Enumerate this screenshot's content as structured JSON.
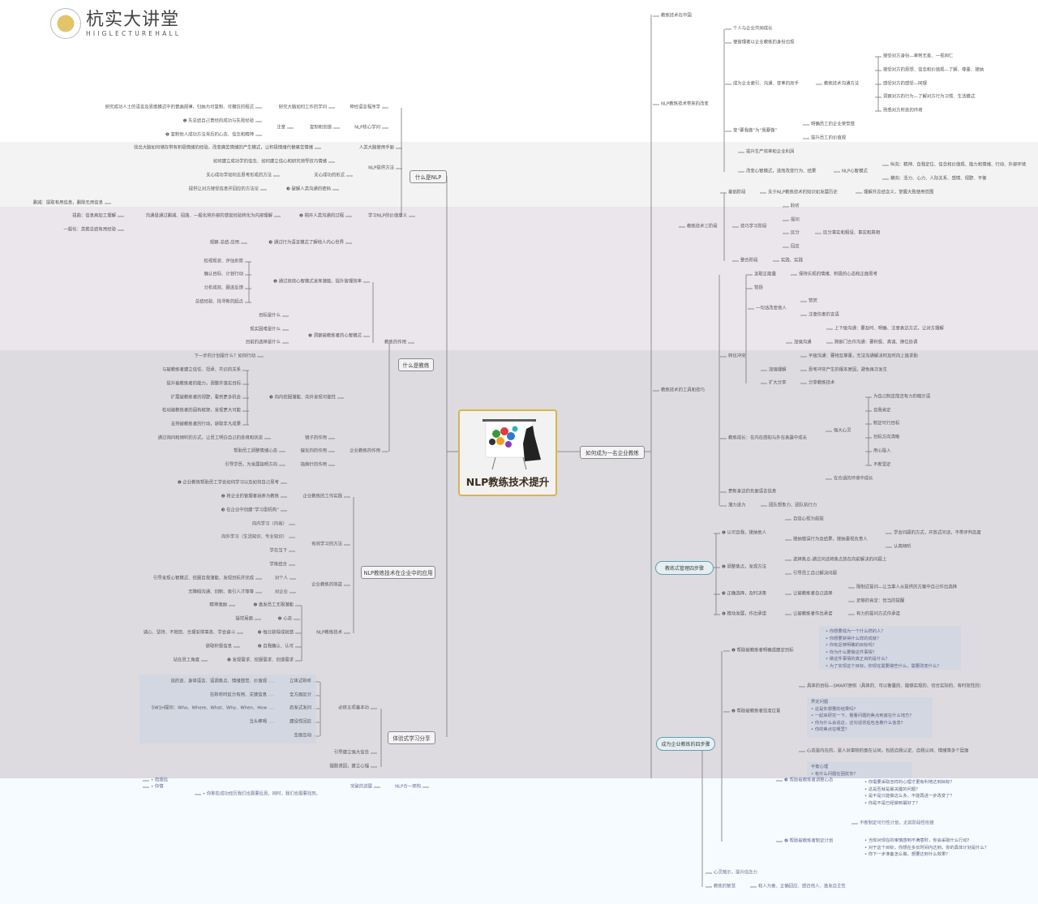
{
  "logo": {
    "name_cn": "杭实大讲堂",
    "name_en": "HIIGLECTUREHALL"
  },
  "center": {
    "title": "NLP教练技术提升",
    "image": "presentation-gears-icon"
  },
  "main_branches": {
    "what_is_nlp": "什么是NLP",
    "what_is_coaching": "什么是教练",
    "nlp_in_enterprise": "NLP教练技术在企业中的应用",
    "experiential": "体验式学习分享",
    "become_coach": "如何成为一名企业教练",
    "coach_mgmt_4": "教练式管理四步骤",
    "become_4": "成为企业教练的四步骤"
  },
  "nodes": {
    "a1": "研究成功人士的语言及思维模式中的普遍规律，归纳为可复制、可模仿的程式",
    "a2": "研究大脑如何工作的学问",
    "a3": "神经语言程序学",
    "a4": "❶ 先总结自己曾经的成功与失败经验",
    "a5": "❷ 复制他人成功方法背后的心态、信念和精神",
    "a6": "注意",
    "a7": "复制和创造",
    "a8": "NLP核心学问",
    "a9": "找出大脑如何储存带有积极情绪的经验，改变痛苦情绪的产生模式，让积极情绪代替痛苦情绪",
    "a10": "人类大脑使用手册",
    "a11": "如何建立成功学的信念、如何建立信心和研究领导技巧情绪",
    "a12": "关心成功学如何去思考形成的方法",
    "a13": "关心成功的形式",
    "a14": "NLP提供方法",
    "a15": "提供让对方接受信息并回应的方法论",
    "a16": "❸ 破解人类沟通的密码",
    "a17": "删减：提取有用信息，删除无用信息",
    "a18": "扭曲：信息再加工理解",
    "a19": "一般化：类推总结有用经验",
    "a20": "沟通是通过删减、扭曲、一般化将外部的感官经验转化为内部理解",
    "a21": "❷ 揭开人类沟通的过程",
    "a22": "学习NLP的价值意义",
    "a23": "观察-总结-应用",
    "a24": "❸ 通过行为语言模式了解他人内心世界",
    "b1": "检视现状、评估形势",
    "b2": "确认目标、计划行动",
    "b3": "分析成效、跟进反馈",
    "b4": "总结经验、找寻新的起点",
    "b5": "❶ 通过高效心智模式发挥潜能，提升管理效率",
    "b6": "目标是什么",
    "b7": "现实困难是什么",
    "b8": "目前的选择是什么",
    "b9": "下一步的计划是什么？如何行动",
    "b10": "❷ 洞察被教练者的心智模式",
    "b11": "教练的作用",
    "b12": "与被教练者建立信任、坦承、共识的关系",
    "b13": "提升被教练者的能力，调整并落实目标",
    "b14": "扩展被教练者的视野，看到更多机会",
    "b15": "松动被教练者的固有框架，发现更大可能",
    "b16": "支持被教练者的行动，获取非凡成果",
    "b17": "❸ 向内挖掘潜能、向外发现可能性",
    "b18": "通过询问和倾听的方式，让员工明白自己的处境和状态",
    "b19": "镜子的作用",
    "b20": "帮助员工调整情绪心态",
    "b21": "催化剂的作用",
    "b22": "引导学员，为发展指明方向",
    "b23": "指南针的作用",
    "b24": "企业教练的作用",
    "c1": "❶ 企业教练帮助员工学会如何学习以及如何自己思考",
    "c2": "❷ 将企业的管理者培养为教练",
    "c3": "❸ 在企业中创建“学习型机构”",
    "c4": "企业教练的工作实践",
    "c5": "向内学习（内省）",
    "c6": "向外学习（生活知识、专业知识）",
    "c7": "学在当下",
    "c8": "学练结合",
    "c9": "有效学习的方法",
    "c10": "引导发现心智模式、挖掘自我潜能、发现目标并完成",
    "c11": "对个人",
    "c12": "无障碍沟通、创新、吸引人才等等",
    "c13": "对企业",
    "c14": "企业教练的效益",
    "c15": "精神激励",
    "c16": "❶ 激发员工无限潜能",
    "c17": "操控局面",
    "c18": "❷ 心态",
    "c19": "诚心、坚持、不抱怨、合理安排事务、学会奋斗",
    "c20": "❸ 每日获得成就感",
    "c21": "获取积极信息",
    "c22": "❹ 自我确认、认可",
    "c23": "站在员工角度",
    "c24": "❺ 发现需求、挖掘需求、创造需求",
    "c25": "NLP教练技术",
    "d1": "说的话、身体语言、语调焦点、情绪感觉、价值观",
    "d2": "立体式聆听",
    "d3": "在聆听时区分有用、关键信息",
    "d4": "全方面区分",
    "d5": "5W1H提问：Who、Where、What、Why、When、How",
    "d6": "启发式发问",
    "d7": "当头棒喝",
    "d8": "建设性回应",
    "d9": "全面互动",
    "d10": "必修五项基本功",
    "d11": "引导建立强大信念",
    "d12": "摆脱诱因，建立心锚",
    "d13": "突破的进展",
    "d14": "NLP合一架构",
    "d15": "• 梳理信",
    "d16": "• 你情",
    "d17": "• 你那些成功经历我们也需要反思，同时，我们也需要找到。",
    "e1": "教练技术在中国",
    "e2": "NLP教练技术带来的改变",
    "e3": "个人与企业共同成长",
    "e4": "使管理者以企业教练的身份出现",
    "e5": "成为企业索引、沟通、变革的高手",
    "e6": "教练技术沟通方法",
    "e7": "接受对方身份—卑躬无差、一视同仁",
    "e8": "接受对方的思想、信念和价值观—了解、尊重、接纳",
    "e9": "感受对方的感受—同理",
    "e10": "洞察对方的行为—了解对方行为习惯、生活模式",
    "e11": "熟悉对方所处的环境",
    "e12": "变“要我做”为“我要做”",
    "e13": "明确员工的企业荣誉感",
    "e14": "提升员工的价值观",
    "e15": "提升生产效率和企业利润",
    "e16": "改变心智模式，进而改变行为、结果",
    "e17": "NLP心智模式",
    "e18": "纵向：精神、自我定位、信念和价值观、能力和情绪、行动、外部环境",
    "e19": "横向：活力、心力、人际关系、感情、视野、平衡",
    "f1": "教练技术三阶段",
    "f2": "基础阶段",
    "f3": "关于NLP教练技术的知识如发展历史",
    "f4": "理解并总结含义，掌握大致使用范围",
    "f5": "技巧学习阶段",
    "f6": "聆听",
    "f7": "提问",
    "f8": "区分",
    "f9": "区分事实和假设、事实和真相",
    "f10": "回应",
    "f11": "整合阶段",
    "f12": "实践、实践",
    "g1": "教练技术的工具和技巧",
    "g2": "汲取正能量",
    "g3": "保持乐观的情绪、积极的心态和正面思考",
    "g4": "赞扬",
    "g5": "一句话改变他人",
    "g6": "赞赏",
    "g7": "注意伤害的言语",
    "g8": "加强沟通",
    "g9": "上下级沟通：要及时、明确、注意表达方式，让对方理解",
    "g10": "跨部门合作沟通：要积极、真诚、换位协调",
    "g11": "平级沟通：要相互尊重，无法沟通解决时及时向上级求助",
    "g12": "转化冲突",
    "g13": "加强理解",
    "g14": "思考冲突产生的根本原因，避免再次发生",
    "g15": "扩大分享",
    "g16": "分享教练技术",
    "g17": "教练成长：在内在感知与外在表露中成长",
    "g18": "强大心灵",
    "g19": "为自己制定简洁有力的暗示语",
    "g20": "自我肯定",
    "g21": "制定可行目标",
    "g22": "目标方向清晰",
    "g23": "用心投入",
    "g24": "不断坚定",
    "g25": "在合适的环境中成长",
    "g26": "更新身边的负面语言信息",
    "g27": "潜力进力",
    "g28": "团队想象力、团队执行力",
    "h1": "❶ 认可自我，接纳他人",
    "h2": "自信心视为前提",
    "h3": "接纳错误行为及结果，接纳重视负责人",
    "h4": "学会问题的方式，开放式问话，不带评判态度",
    "h5": "认真倾听",
    "h6": "❷ 调整焦点，发现方法",
    "h7": "选择焦点-通过问话将焦点放在向前解决的问题上",
    "h8": "引导员工自己解决问题",
    "h9": "❸ 正确选择，及时决策",
    "h10": "让被教练者自己选择",
    "h11": "限制式提问—让当事人从提供的方案中自己作出选择",
    "h12": "足够的肯定：恰当的提醒",
    "h13": "❹ 推动发展，作出承诺",
    "h14": "让被教练者作出承诺",
    "h15": "有力的提问方式作承诺",
    "i1": "❶ 帮助被教练者明确或厘定目标",
    "i2": "❷ 帮助被教练者找准位置",
    "i3": "具体的目标—SMART原则（具体的、可以衡量的、能够实现的、切合实际的、有时效性的）",
    "i4": "心态是内在的，是人对事物的意在认同，包括自我认定、自我认同、情绪等多个层面",
    "i5": "❸ 帮助被教练者调整心态",
    "i6": "❹ 帮助被教练者制定计划",
    "i7": "不断制定可行性计划，尤其阶段性衔接",
    "i8": "心灵暗示，提升信念力",
    "i9": "教练的智慧",
    "i10": "和人为善、正确回应、感召他人、激发自主性"
  },
  "panels": {
    "goal_questions": [
      "你想要成为一个什么样的人？",
      "你想要获得什么样的成就？",
      "你有足够明确的目标吗？",
      "你为什么要做这件事情？",
      "做这件事情的真正目的是什么？",
      "为了实现这个目标，你现在需要做些什么，需要改变什么？"
    ],
    "position_title": "界定问题",
    "position_questions": [
      "这是你想要的结果吗？",
      "一起来研究一下，看看问题的焦点到底在什么地方？",
      "你为什么会说这，这句话背后包含着什么信息？",
      "你的焦点在哪里？"
    ],
    "mind_title": "平衡心理",
    "mind_questions": [
      "有什么问题在困扰你？"
    ],
    "mind_questions2": [
      "你需要采取怎样的心理才更有利地达到目标？",
      "这是否就是最关键的问题？",
      "是不是只能做这么多，不能再进一步改变了？",
      "你是不是已经做到最好了？"
    ],
    "plan_questions": [
      "当你对现在的审慎感到不满意时，你会采取什么行动？",
      "对于这个目标，你想在多长时间内达到，你的具体计划是什么？",
      "你下一步准备怎么做，想要达到什么效果？"
    ]
  }
}
